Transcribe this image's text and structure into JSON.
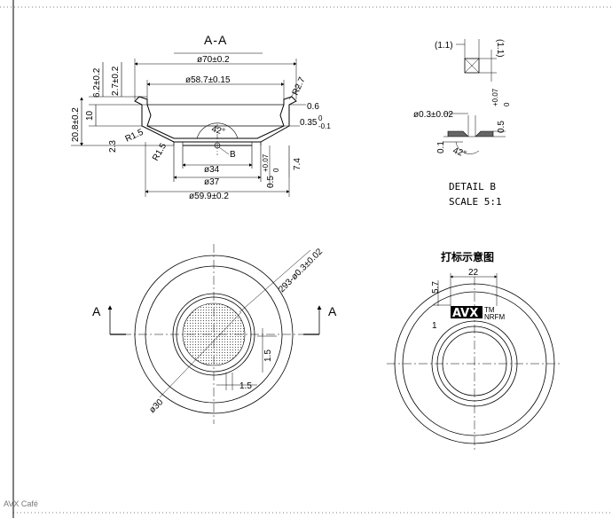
{
  "section_view": {
    "title": "A-A",
    "dims": {
      "d70": "ø70±0.2",
      "d587": "ø58.7±0.15",
      "r27": "R2.7",
      "d06": "0.6",
      "d62": "6.2±0.2",
      "d27": "2.7±0.2",
      "d208": "20.8±0.2",
      "d10": "10",
      "d23": "2.3",
      "r15a": "R1.5",
      "r15b": "R1.5",
      "ang42": "42°",
      "b": "B",
      "d035": "0.35",
      "d035tol_up": "0",
      "d035tol_dn": "-0.1",
      "d74": "7.4",
      "d34": "ø34",
      "d37": "ø37",
      "d05": "0.5",
      "d05tol": "+0.07",
      "d05tol0": "0",
      "d599": "ø59.9±0.2"
    }
  },
  "detail_b": {
    "d11a": "(1.1)",
    "d11b": "(1.1)",
    "d03": "ø0.3±0.02",
    "d05": "0.5",
    "d05tol": "+0.07",
    "d05tol0": "0",
    "d01": "0.1",
    "ang42": "42°",
    "label1": "DETAIL B",
    "label2": "SCALE 5:1"
  },
  "plan_view": {
    "a_left": "A",
    "a_right": "A",
    "holes": "293-ø0.3±0.02",
    "d15a": "1.5",
    "d15b": "1.5",
    "d30": "ø30"
  },
  "marking_view": {
    "heading": "打标示意图",
    "d22": "22",
    "d57": "5.7",
    "d1": "1",
    "logo": "AVX",
    "logo_sub1": "TM",
    "logo_sub2": "NRFM"
  },
  "watermark": "AVX Café"
}
